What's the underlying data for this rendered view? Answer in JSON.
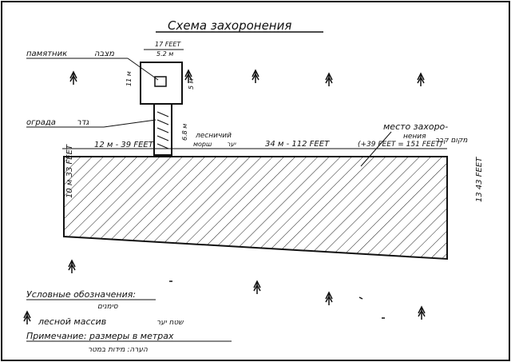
{
  "title": "Схема захоронения",
  "labels": {
    "monument_ru": "памятник",
    "monument_he": "מצבה",
    "fence_ru": "ограда",
    "fence_he": "גדר",
    "forest_ru": "лесничий",
    "forest_ru2": "морш",
    "forest_he": "יער",
    "burial_site_ru": "место захоро-",
    "burial_site_ru2": "нения",
    "burial_site_he": "מקום קבר"
  },
  "dimensions": {
    "monument_width": "5.2 м",
    "monument_width_feet": "17 FEET",
    "monument_height": "11 м",
    "monument_inner": "5 м",
    "path_length": "6.8 м",
    "left_segment": "12 м - 39 FEET",
    "middle_segment": "34 м - 112 FEET",
    "right_segment": "(+39 FEET = 151 FEET)",
    "left_side": "10 м 33 FEET",
    "right_side": "13 43 FEET"
  },
  "legend": {
    "heading_ru": "Условные обозначения:",
    "heading_he": "סימנים",
    "forest_item_ru": "лесной массив",
    "forest_item_he": "שטח יער",
    "note_ru": "Примечание: размеры в метрах",
    "note_he": "הערה: מידות במטר"
  }
}
